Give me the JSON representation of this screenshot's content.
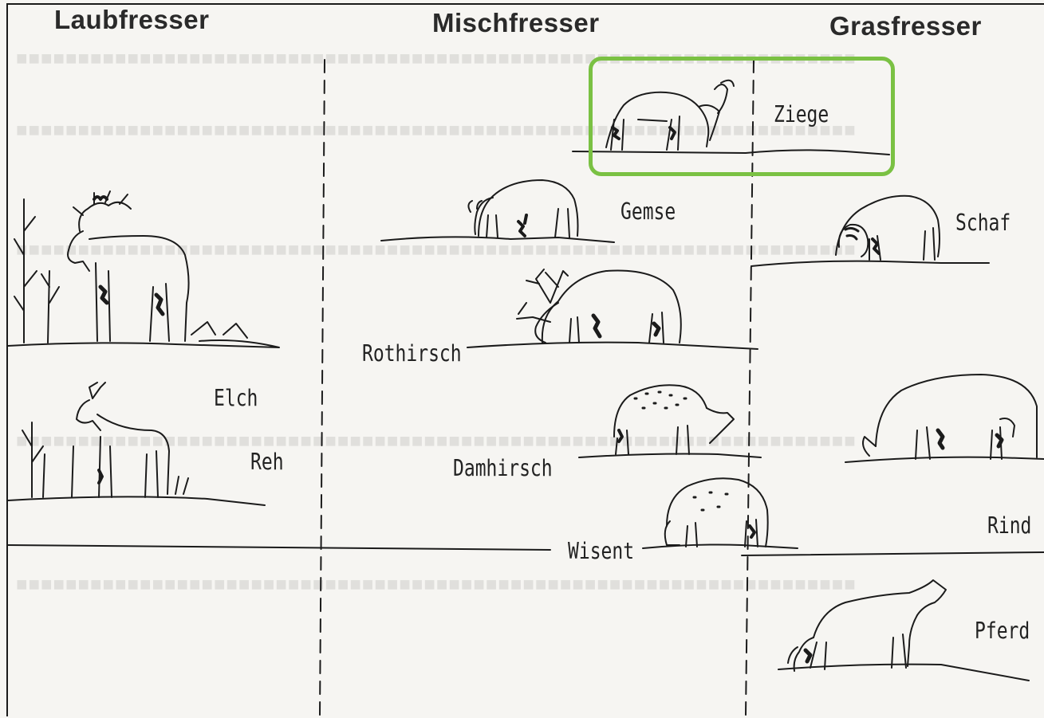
{
  "headings": {
    "left": "Laubfresser",
    "middle": "Mischfresser",
    "right": "Grasfresser"
  },
  "animals": {
    "ziege": "Ziege",
    "gemse": "Gemse",
    "schaf": "Schaf",
    "elch": "Elch",
    "reh": "Reh",
    "rothirsch": "Rothirsch",
    "damhirsch": "Damhirsch",
    "wisent": "Wisent",
    "rind": "Rind",
    "pferd": "Pferd"
  },
  "highlight": {
    "target": "Ziege",
    "color": "#7ac143"
  }
}
